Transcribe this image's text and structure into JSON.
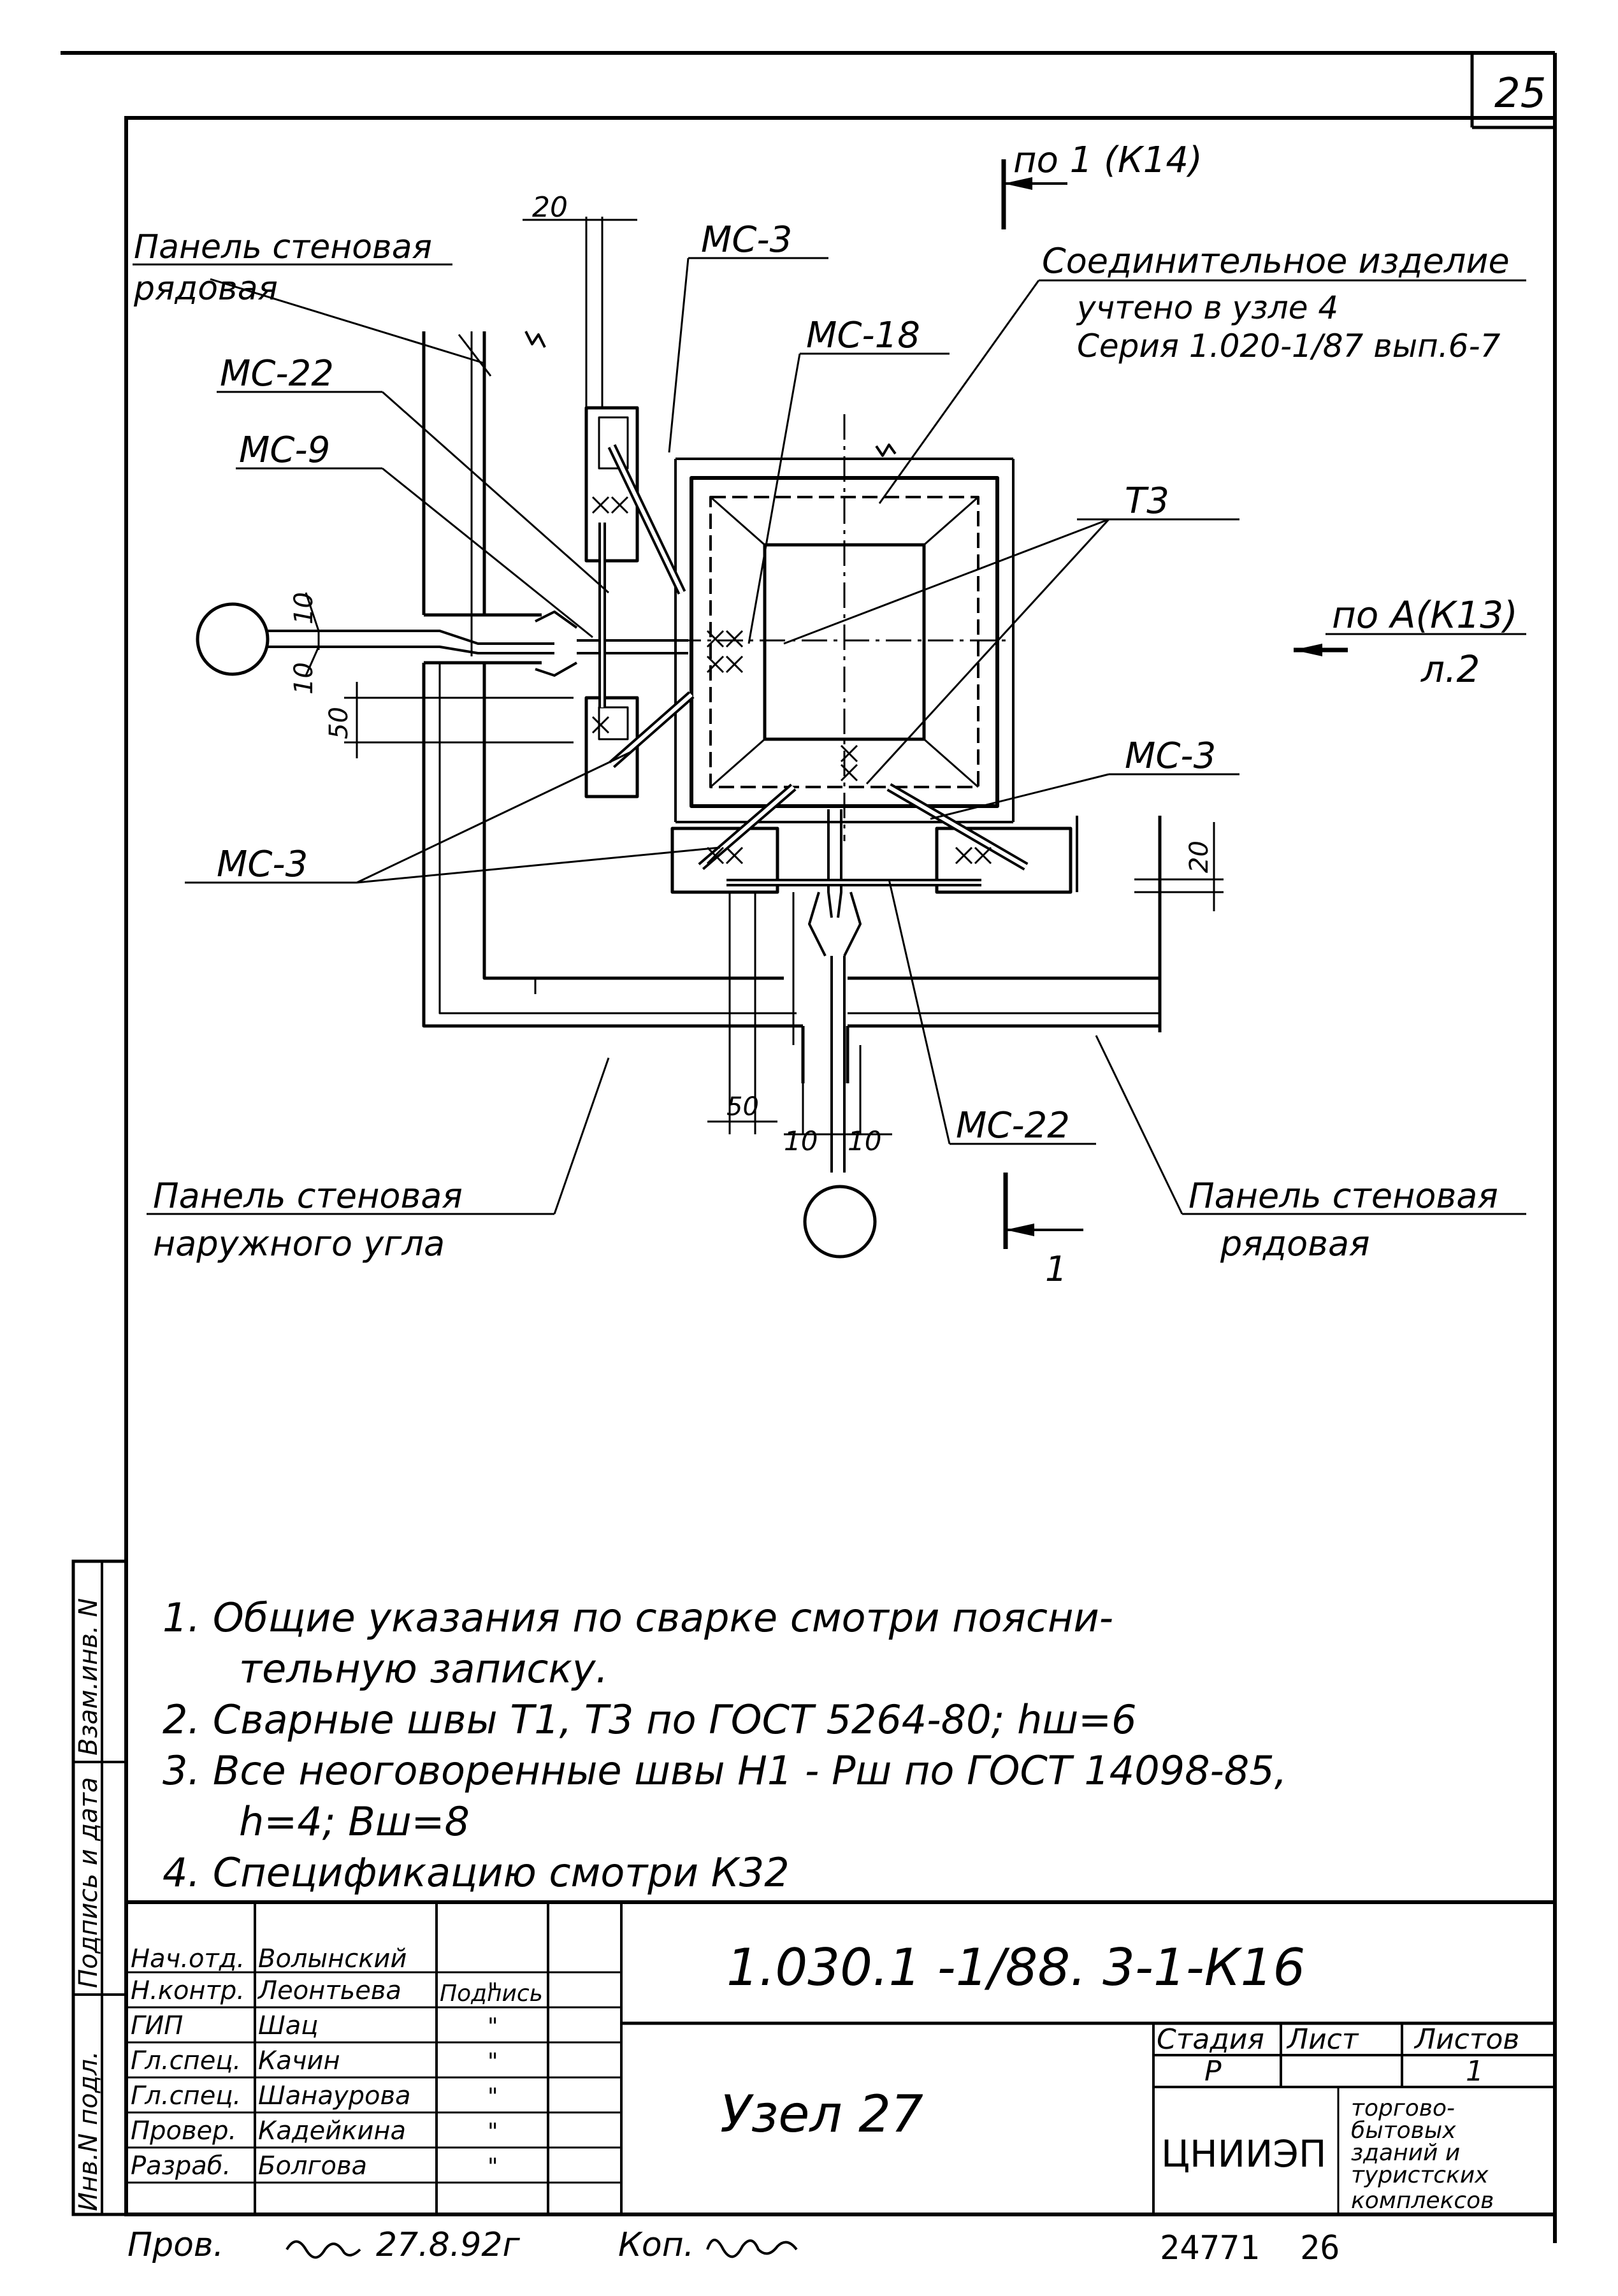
{
  "sheet": {
    "page_number": "25",
    "inventory_number": "24771",
    "copy_number": "26"
  },
  "labels": {
    "panel_row_top_1": "Панель стеновая",
    "panel_row_top_2": "рядовая",
    "mc3_top": "МС-3",
    "mc18": "МС-18",
    "mc22_left": "МС-22",
    "mc9": "МС-9",
    "connector_1": "Соединительное изделие",
    "connector_2": "учтено в узле 4",
    "connector_3": "Серия 1.020-1/87 вып.6-7",
    "t3": "Т3",
    "mc3_right": "МС-3",
    "mc3_left": "МС-3",
    "mc22_bottom": "МС-22",
    "panel_corner_1": "Панель стеновая",
    "panel_corner_2": "наружного угла",
    "panel_row_br_1": "Панель стеновая",
    "panel_row_br_2": "рядовая",
    "section_top": "по 1 (К14)",
    "section_right_1": "по А(К13)",
    "section_right_2": "л.2",
    "section_bottom": "1",
    "dim_20_top": "20",
    "dim_10_a": "10",
    "dim_10_b": "10",
    "dim_50_left": "50",
    "dim_20_right": "20",
    "dim_50_bottom": "50",
    "dim_10_c": "10",
    "dim_10_d": "10"
  },
  "notes": {
    "n1_a": "1.  Общие  указания  по сварке   смотри  поясни-",
    "n1_b": "тельную  записку.",
    "n2": "2.  Сварные  швы  Т1, Т3  по  ГОСТ 5264-80; hш=6",
    "n3_a": "3.  Все  неоговоренные  швы  Н1 - Рш  по ГОСТ 14098-85,",
    "n3_b": "h=4; Вш=8",
    "n4": "4.  Спецификацию  смотри  К32"
  },
  "side_stamp": {
    "vzam": "Взам.инв. N",
    "podpis": "Подпись и дата",
    "inv_podl": "Инв.N подл."
  },
  "title_block": {
    "doc_code": "1.030.1 -1/88. 3-1-К16",
    "title": "Узел 27",
    "org": "ЦНИИЭП",
    "org_sub_1": "торгово-",
    "org_sub_2": "бытовых",
    "org_sub_3": "зданий и",
    "org_sub_4": "туристских",
    "org_sub_5": "комплексов",
    "stage_h": "Стадия",
    "sheet_h": "Лист",
    "sheets_h": "Листов",
    "stage_v": "Р",
    "sheets_v": "1",
    "sign_h": "Подпись",
    "roles": [
      {
        "role": "Нач.отд.",
        "name": "Волынский",
        "sign": ""
      },
      {
        "role": "Н.контр.",
        "name": "Леонтьева",
        "sign": "\""
      },
      {
        "role": "ГИП",
        "name": "Шац",
        "sign": "\""
      },
      {
        "role": "Гл.спец.",
        "name": "Качин",
        "sign": "\""
      },
      {
        "role": "Гл.спец.",
        "name": "Шанаурова",
        "sign": "\""
      },
      {
        "role": "Провер.",
        "name": "Кадейкина",
        "sign": "\""
      },
      {
        "role": "Разраб.",
        "name": "Болгова",
        "sign": "\""
      }
    ]
  },
  "footer": {
    "prov": "Пров.",
    "date": "27.8.92г",
    "kop": "Коп."
  }
}
